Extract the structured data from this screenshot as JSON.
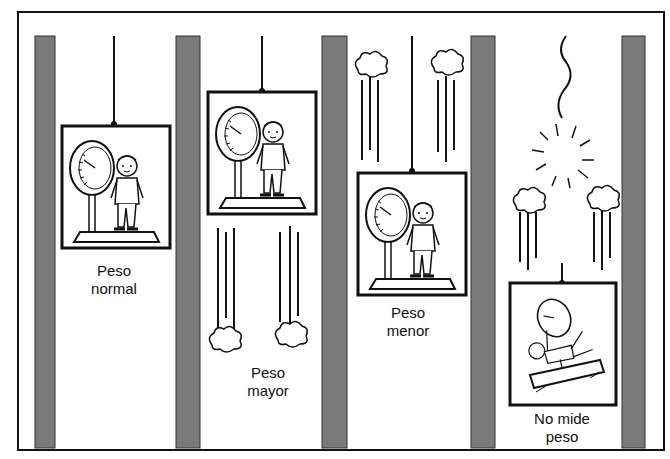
{
  "diagram": {
    "labels": [
      "Peso normal",
      "Peso mayor",
      "Peso menor",
      "No mide peso"
    ]
  }
}
